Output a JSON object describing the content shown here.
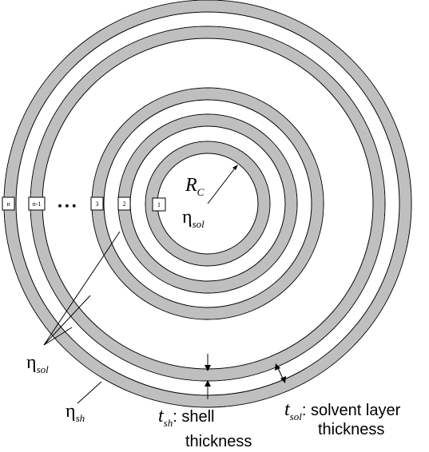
{
  "shell_labels": [
    "1",
    "2",
    "3",
    "n-1",
    "n"
  ],
  "ellipsis": "▪ ▪ ▪",
  "core_radius": {
    "symbol": "R",
    "subscript": "C"
  },
  "core_viscosity": {
    "symbol": "η",
    "subscript": "sol"
  },
  "solvent_viscosity": {
    "symbol": "η",
    "subscript": "sol"
  },
  "shell_viscosity": {
    "symbol": "η",
    "subscript": "sh"
  },
  "shell_thickness": {
    "symbol": "t",
    "subscript": "sh",
    "line1": ": shell",
    "line2": "thickness"
  },
  "solvent_thickness": {
    "symbol": "t",
    "subscript": "sol",
    "line1": ": solvent layer",
    "line2": "thickness"
  },
  "colors": {
    "shell_fill": "#bfbfbf",
    "outline": "#000000",
    "background": "#ffffff"
  }
}
